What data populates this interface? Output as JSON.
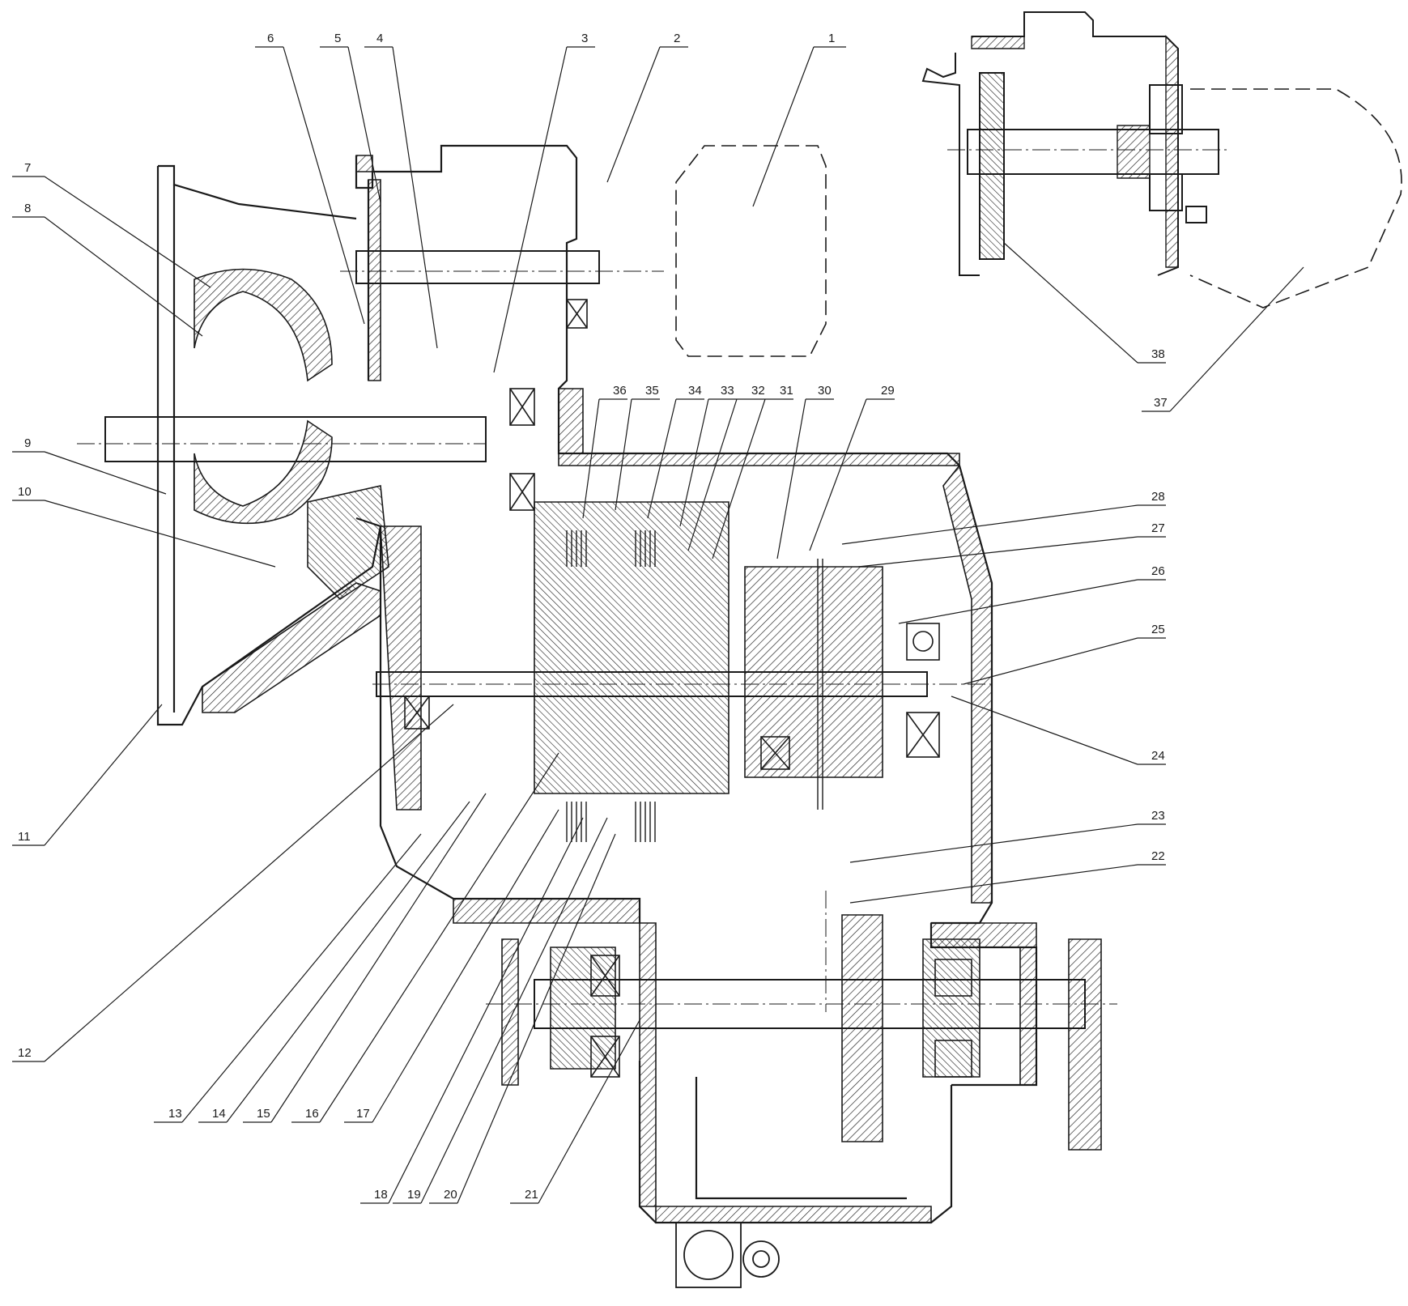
{
  "colors": {
    "ink": "#1a1a1a",
    "paper": "#ffffff"
  },
  "callouts": [
    {
      "id": "1",
      "text": "1"
    },
    {
      "id": "2",
      "text": "2"
    },
    {
      "id": "3",
      "text": "3"
    },
    {
      "id": "4",
      "text": "4"
    },
    {
      "id": "5",
      "text": "5"
    },
    {
      "id": "6",
      "text": "6"
    },
    {
      "id": "7",
      "text": "7"
    },
    {
      "id": "8",
      "text": "8"
    },
    {
      "id": "9",
      "text": "9"
    },
    {
      "id": "10",
      "text": "10"
    },
    {
      "id": "11",
      "text": "11"
    },
    {
      "id": "12",
      "text": "12"
    },
    {
      "id": "13",
      "text": "13"
    },
    {
      "id": "14",
      "text": "14"
    },
    {
      "id": "15",
      "text": "15"
    },
    {
      "id": "16",
      "text": "16"
    },
    {
      "id": "17",
      "text": "17"
    },
    {
      "id": "18",
      "text": "18"
    },
    {
      "id": "19",
      "text": "19"
    },
    {
      "id": "20",
      "text": "20"
    },
    {
      "id": "21",
      "text": "21"
    },
    {
      "id": "22",
      "text": "22"
    },
    {
      "id": "23",
      "text": "23"
    },
    {
      "id": "24",
      "text": "24"
    },
    {
      "id": "25",
      "text": "25"
    },
    {
      "id": "26",
      "text": "26"
    },
    {
      "id": "27",
      "text": "27"
    },
    {
      "id": "28",
      "text": "28"
    },
    {
      "id": "29",
      "text": "29"
    },
    {
      "id": "30",
      "text": "30"
    },
    {
      "id": "31",
      "text": "31"
    },
    {
      "id": "32",
      "text": "32"
    },
    {
      "id": "33",
      "text": "33"
    },
    {
      "id": "34",
      "text": "34"
    },
    {
      "id": "35",
      "text": "35"
    },
    {
      "id": "36",
      "text": "36"
    },
    {
      "id": "37",
      "text": "37"
    },
    {
      "id": "38",
      "text": "38"
    }
  ]
}
